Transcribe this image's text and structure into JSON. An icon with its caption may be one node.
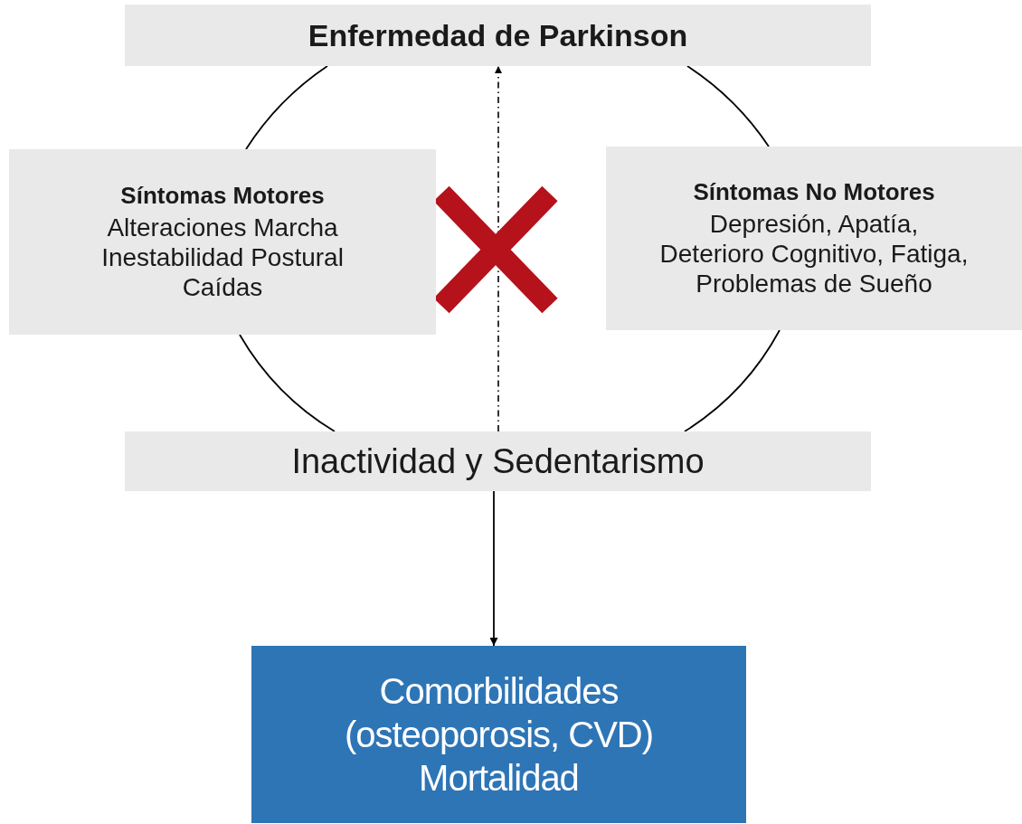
{
  "diagram": {
    "nodes": [
      {
        "text": [
          "Enfermedad de Parkinson"
        ]
      },
      {
        "text": [
          "Síntomas Motores",
          "Alteraciones Marcha",
          "Inestabilidad Postural",
          "Caídas"
        ]
      },
      {
        "text": [
          "Síntomas No Motores",
          "Depresión, Apatía,",
          "Deterioro Cognitivo, Fatiga,",
          "Problemas de Sueño"
        ]
      },
      {
        "text": [
          "Inactividad y Sedentarismo"
        ]
      },
      {
        "text": [
          "Comorbilidades (osteoporosis, CVD) Mortalidad"
        ]
      }
    ],
    "edges": [
      {
        "from": 0,
        "to": 1,
        "arrow": "none"
      },
      {
        "from": 0,
        "to": 2,
        "arrow": "none"
      },
      {
        "from": 1,
        "to": 3,
        "arrow": "none"
      },
      {
        "from": 2,
        "to": 3,
        "arrow": "none"
      },
      {
        "from": 3,
        "to": 0,
        "arrow": "to",
        "style": "dashed"
      },
      {
        "from": 3,
        "to": 4,
        "arrow": "to"
      }
    ]
  }
}
